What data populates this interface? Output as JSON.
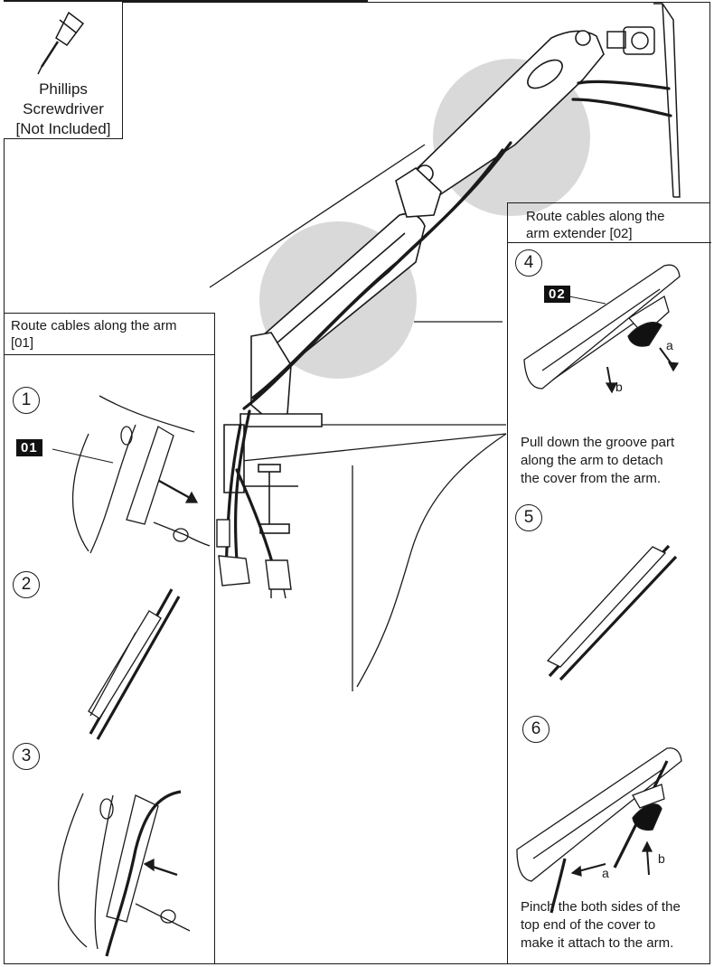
{
  "tool": {
    "line1": "Phillips",
    "line2": "Screwdriver",
    "line3": "[Not Included]",
    "icon": "screwdriver-icon"
  },
  "left_panel": {
    "title_line1": "Route cables along the arm",
    "title_line2": "[01]",
    "tag": "01",
    "steps": [
      "1",
      "2",
      "3"
    ]
  },
  "right_panel": {
    "title_line1": "Route cables along the",
    "title_line2": "arm extender [02]",
    "tag": "02",
    "steps": [
      "4",
      "5",
      "6"
    ],
    "step4_labels": {
      "a": "a",
      "b": "b"
    },
    "step6_labels": {
      "a": "a",
      "b": "b"
    },
    "caption4": [
      "Pull down the groove part",
      "along the arm to detach",
      "the cover from the arm."
    ],
    "caption6": [
      "Pinch the both sides of the",
      "top end of the cover to",
      "make it attach to the arm."
    ]
  },
  "colors": {
    "ink": "#1a1a1a",
    "highlight": "#d9d9d9",
    "tag_bg": "#111111"
  }
}
